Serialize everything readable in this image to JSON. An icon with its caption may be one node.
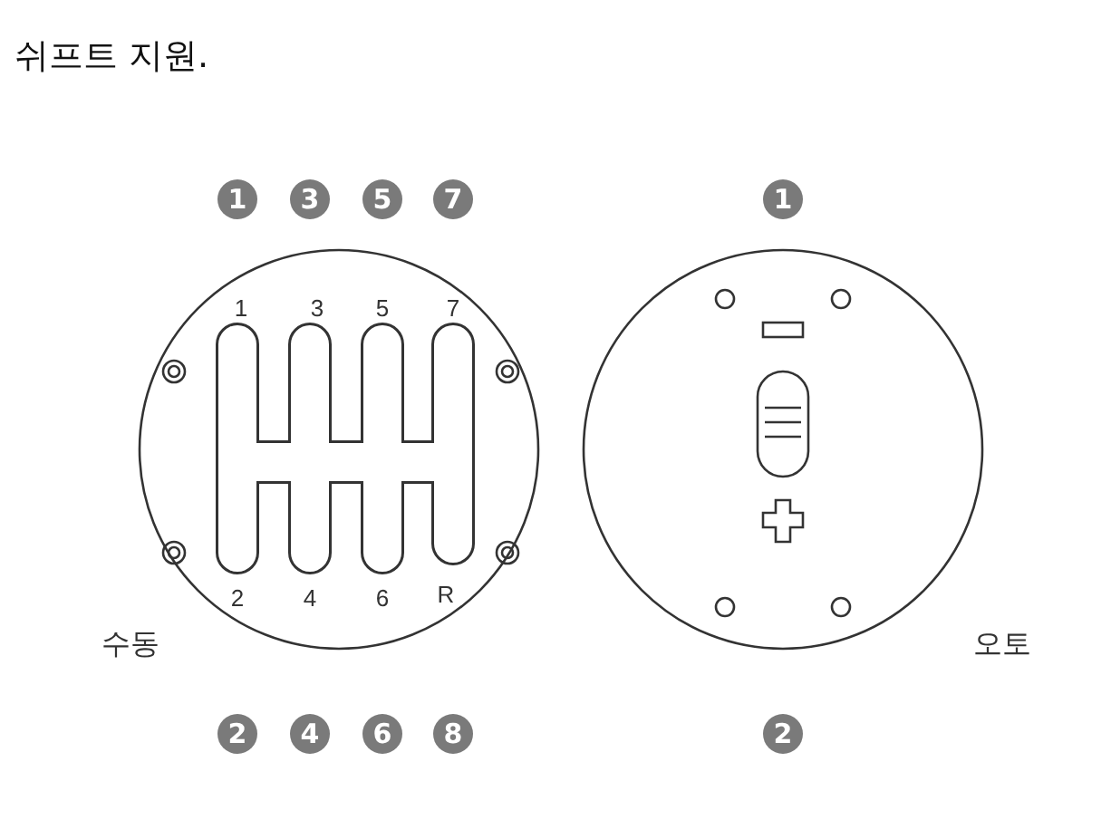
{
  "diagram": {
    "title": "쉬프트 지원.",
    "labels": [
      "1",
      "3",
      "5",
      "7",
      "1",
      "1",
      "3",
      "5",
      "7",
      "2",
      "4",
      "6",
      "R",
      "수동",
      "오토",
      "2",
      "4",
      "6",
      "8",
      "2"
    ]
  }
}
